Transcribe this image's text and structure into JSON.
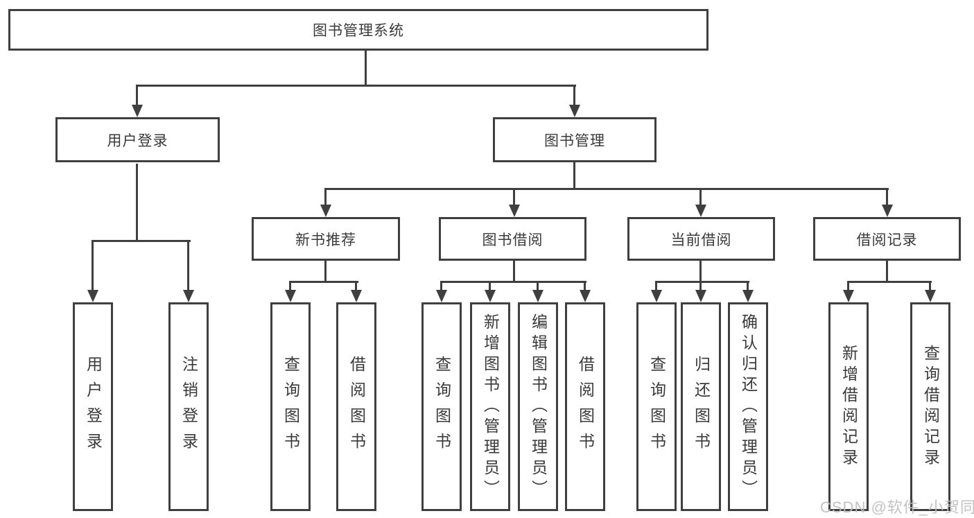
{
  "diagram": {
    "title_node": {
      "label": "图书管理系统"
    },
    "root": {
      "label": "图书管理系统"
    },
    "level1": [
      {
        "label": "用户登录"
      },
      {
        "label": "图书管理"
      }
    ],
    "level2": [
      {
        "label": "新书推荐",
        "parent": "图书管理"
      },
      {
        "label": "图书借阅",
        "parent": "图书管理"
      },
      {
        "label": "当前借阅",
        "parent": "图书管理"
      },
      {
        "label": "借阅记录",
        "parent": "图书管理"
      }
    ],
    "leaves": [
      {
        "label": "用户登录",
        "parent": "用户登录"
      },
      {
        "label": "注销登录",
        "parent": "用户登录"
      },
      {
        "label": "查询图书",
        "parent": "新书推荐"
      },
      {
        "label": "借阅图书",
        "parent": "新书推荐"
      },
      {
        "label": "查询图书",
        "parent": "图书借阅"
      },
      {
        "label": "新增图书（管理员）",
        "parent": "图书借阅"
      },
      {
        "label": "编辑图书（管理员）",
        "parent": "图书借阅"
      },
      {
        "label": "借阅图书",
        "parent": "图书借阅"
      },
      {
        "label": "查询图书",
        "parent": "当前借阅"
      },
      {
        "label": "归还图书",
        "parent": "当前借阅"
      },
      {
        "label": "确认归还（管理员）",
        "parent": "当前借阅"
      },
      {
        "label": "新增借阅记录",
        "parent": "借阅记录"
      },
      {
        "label": "查询借阅记录",
        "parent": "借阅记录"
      }
    ],
    "watermark": "CSDN @软件_小贺同学",
    "colors": {
      "line": "#3f3f3f",
      "box_border": "#3f3f3f",
      "text": "#3a3a3a",
      "watermark": "#bdbdbd",
      "background": "#ffffff"
    }
  }
}
